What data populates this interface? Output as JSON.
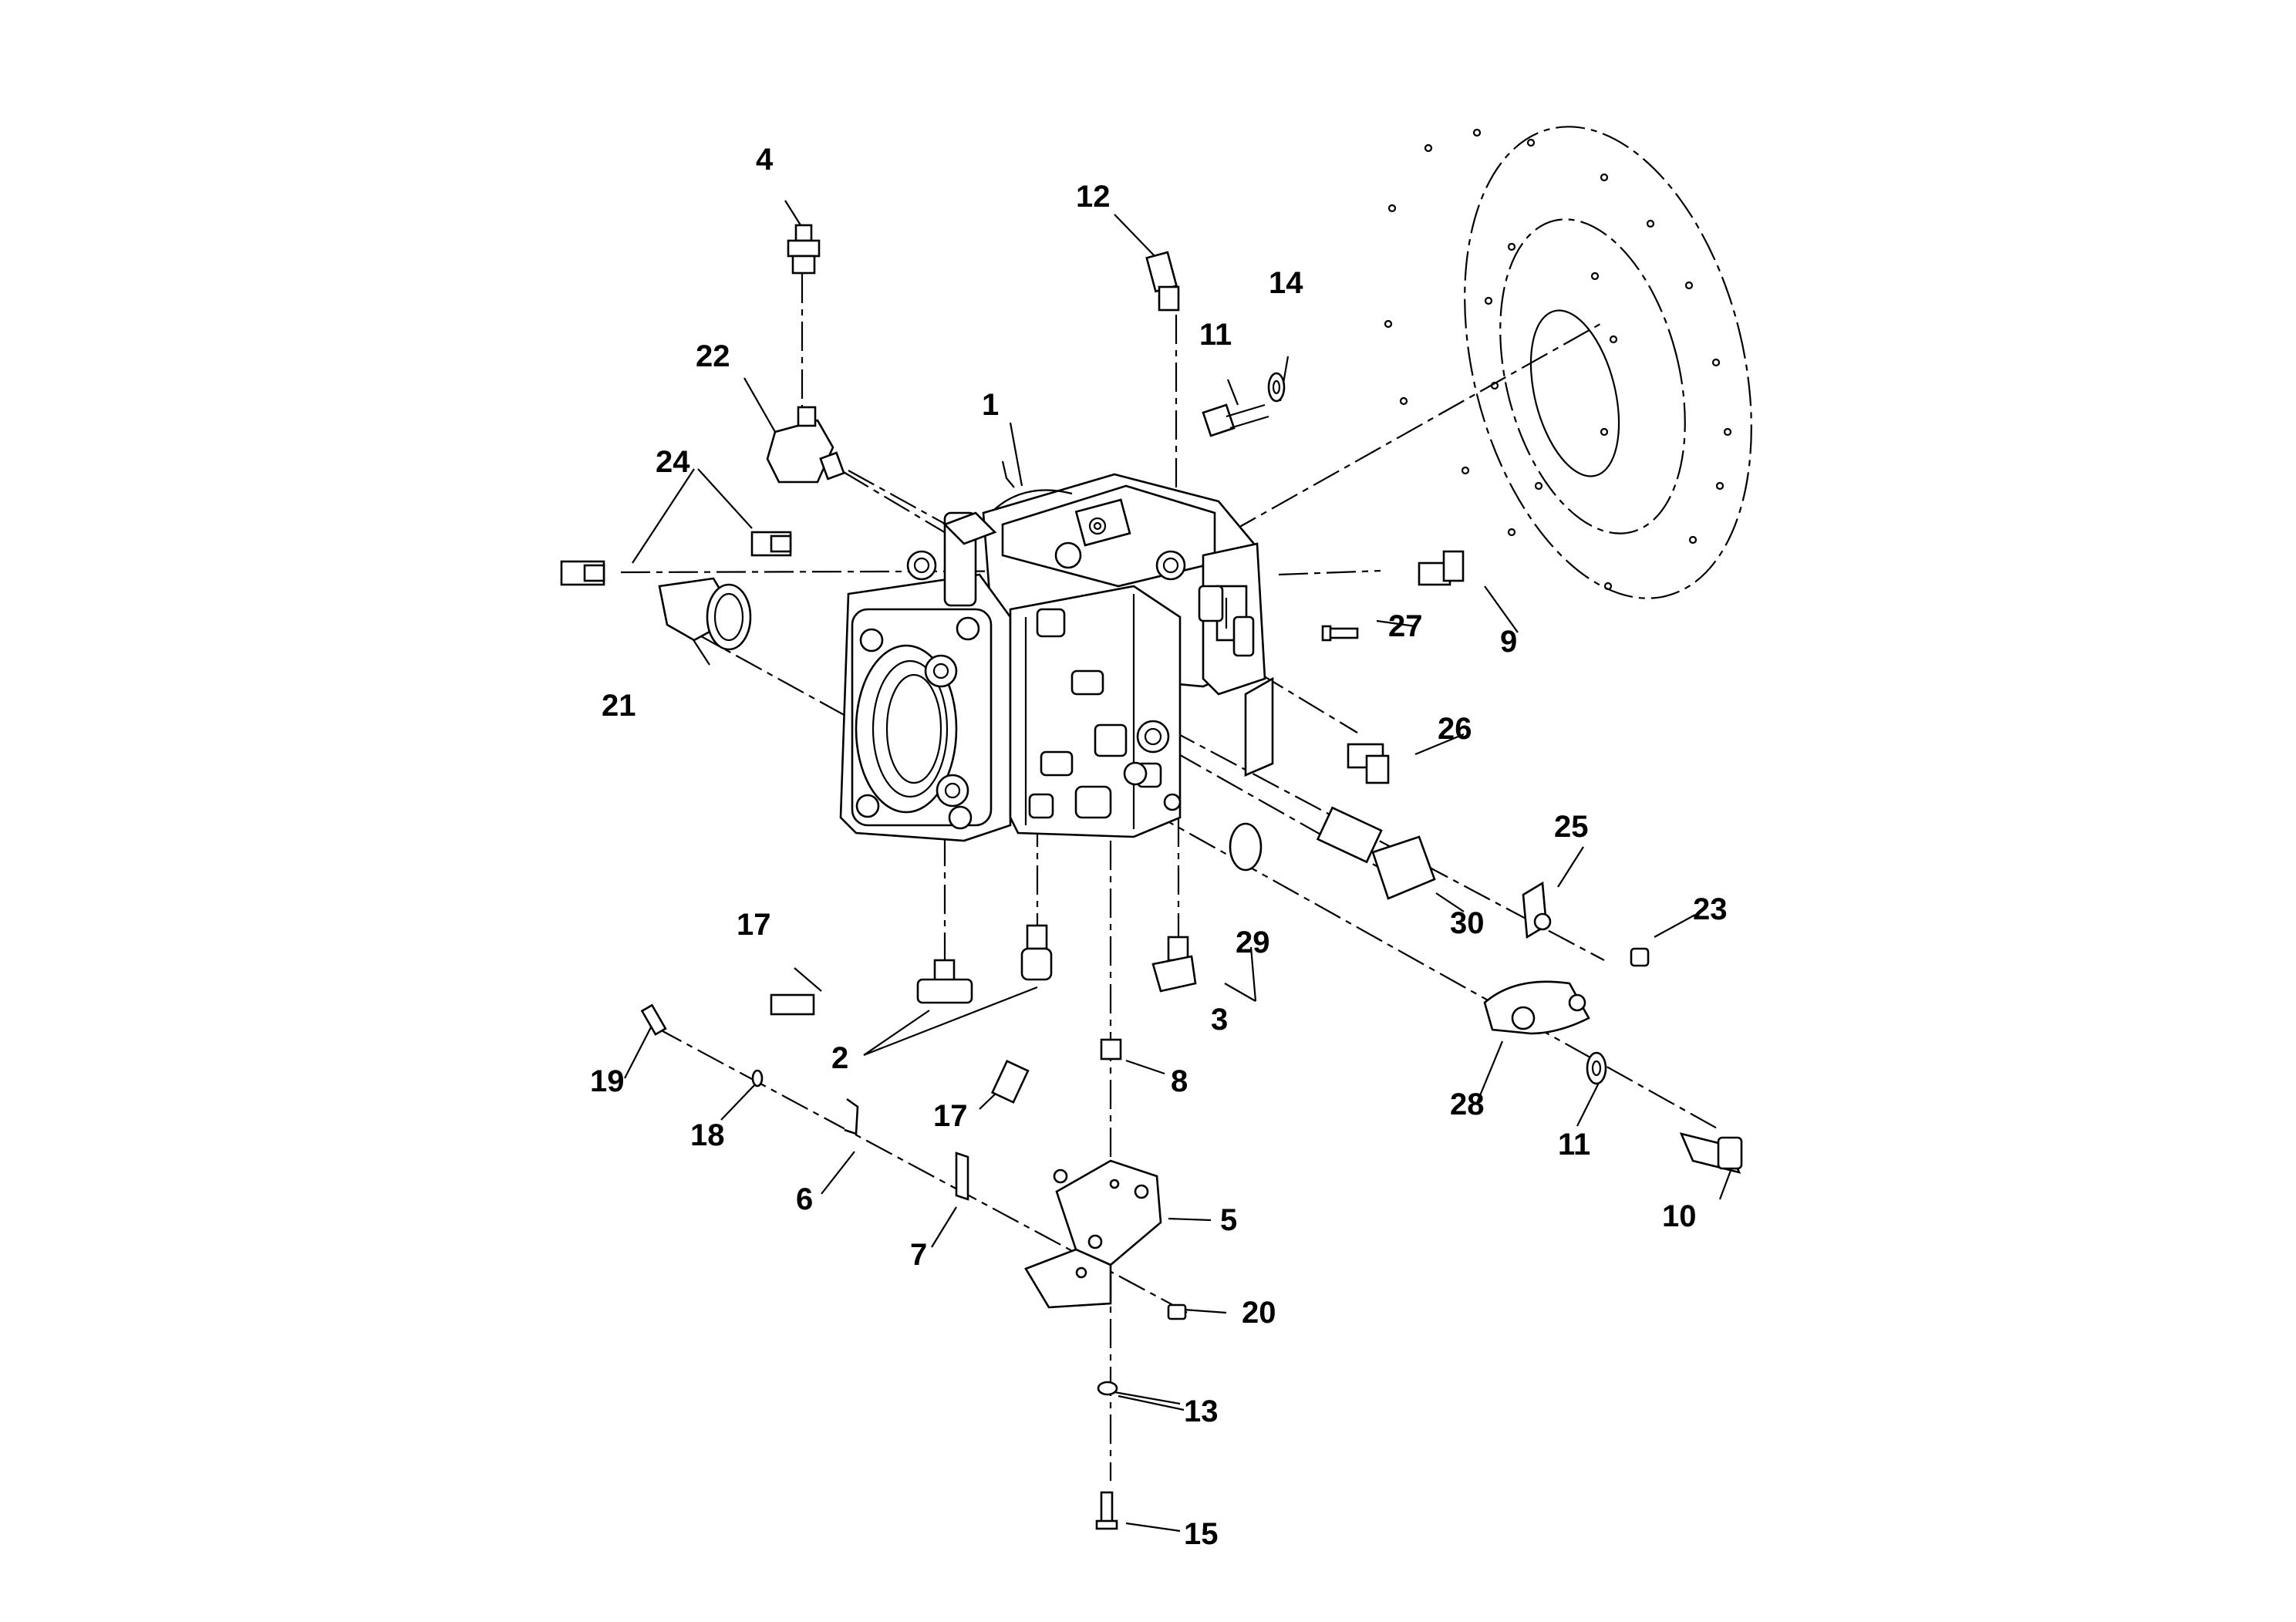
{
  "labels": {
    "l1": "1",
    "l2": "2",
    "l3": "3",
    "l4": "4",
    "l5": "5",
    "l6": "6",
    "l7": "7",
    "l8": "8",
    "l9": "9",
    "l10": "10",
    "l11a": "11",
    "l11b": "11",
    "l12": "12",
    "l13": "13",
    "l14": "14",
    "l15": "15",
    "l17a": "17",
    "l17b": "17",
    "l18": "18",
    "l19": "19",
    "l20": "20",
    "l21": "21",
    "l22": "22",
    "l23": "23",
    "l24": "24",
    "l25": "25",
    "l26": "26",
    "l27": "27",
    "l28": "28",
    "l29": "29",
    "l30": "30"
  }
}
